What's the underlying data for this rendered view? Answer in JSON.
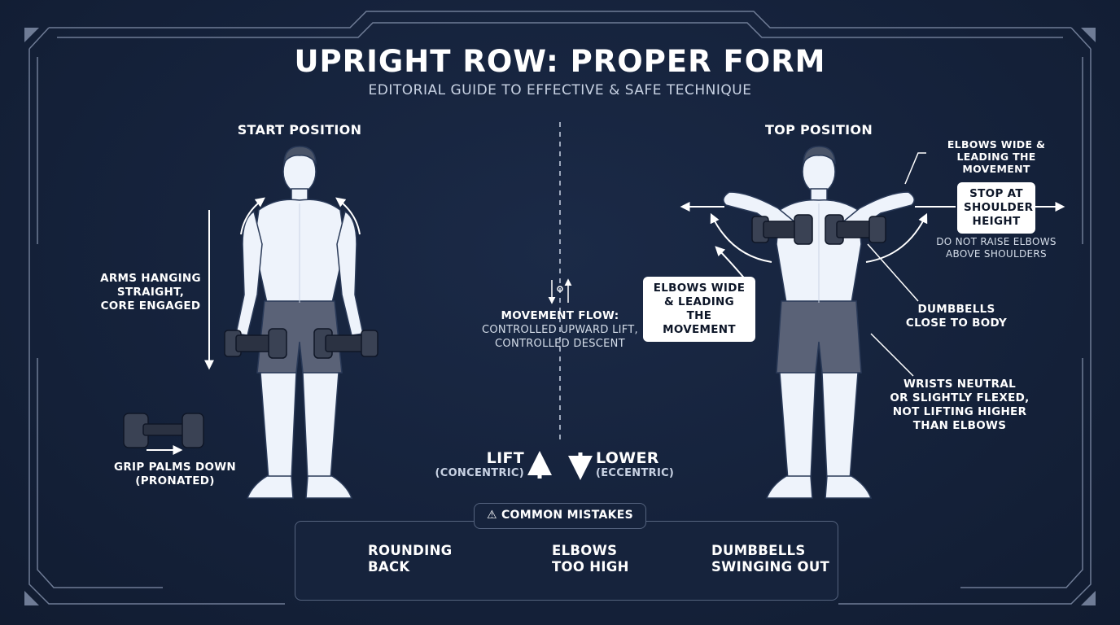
{
  "header": {
    "title": "UPRIGHT ROW: PROPER FORM",
    "subtitle": "EDITORIAL GUIDE TO EFFECTIVE & SAFE TECHNIQUE"
  },
  "start": {
    "heading": "START POSITION",
    "arms_label": "ARMS HANGING\nSTRAIGHT,\nCORE ENGAGED",
    "grip_label": "GRIP PALMS DOWN\n(PRONATED)"
  },
  "center": {
    "flow_title": "MOVEMENT FLOW:",
    "flow_text": "CONTROLLED UPWARD LIFT,\nCONTROLLED DESCENT",
    "lift": "LIFT",
    "lift_sub": "(CONCENTRIC)",
    "lower": "LOWER",
    "lower_sub": "(ECCENTRIC)"
  },
  "top": {
    "heading": "TOP POSITION",
    "elbows_top_label": "ELBOWS WIDE &\nLEADING THE MOVEMENT",
    "stop_box": "STOP AT\nSHOULDER\nHEIGHT",
    "stop_note": "DO NOT RAISE ELBOWS\nABOVE SHOULDERS",
    "elbows_box": "ELBOWS WIDE\n& LEADING\nTHE MOVEMENT",
    "dumbbells_label": "DUMBBELLS\nCLOSE TO BODY",
    "wrists_label": "WRISTS NEUTRAL\nOR SLIGHTLY FLEXED,\nNOT LIFTING HIGHER\nTHAN ELBOWS"
  },
  "mistakes": {
    "heading": "COMMON MISTAKES",
    "icon": "warning-icon",
    "items": [
      {
        "label": "ROUNDING\nBACK"
      },
      {
        "label": "ELBOWS\nTOO HIGH"
      },
      {
        "label": "DUMBBELLS\nSWINGING OUT"
      }
    ]
  },
  "colors": {
    "background": "#15223b",
    "frame": "#7e8aa3",
    "figure": "#eef3fb",
    "shorts": "#5a6277",
    "cross": "#d8242c",
    "text": "#ffffff"
  }
}
